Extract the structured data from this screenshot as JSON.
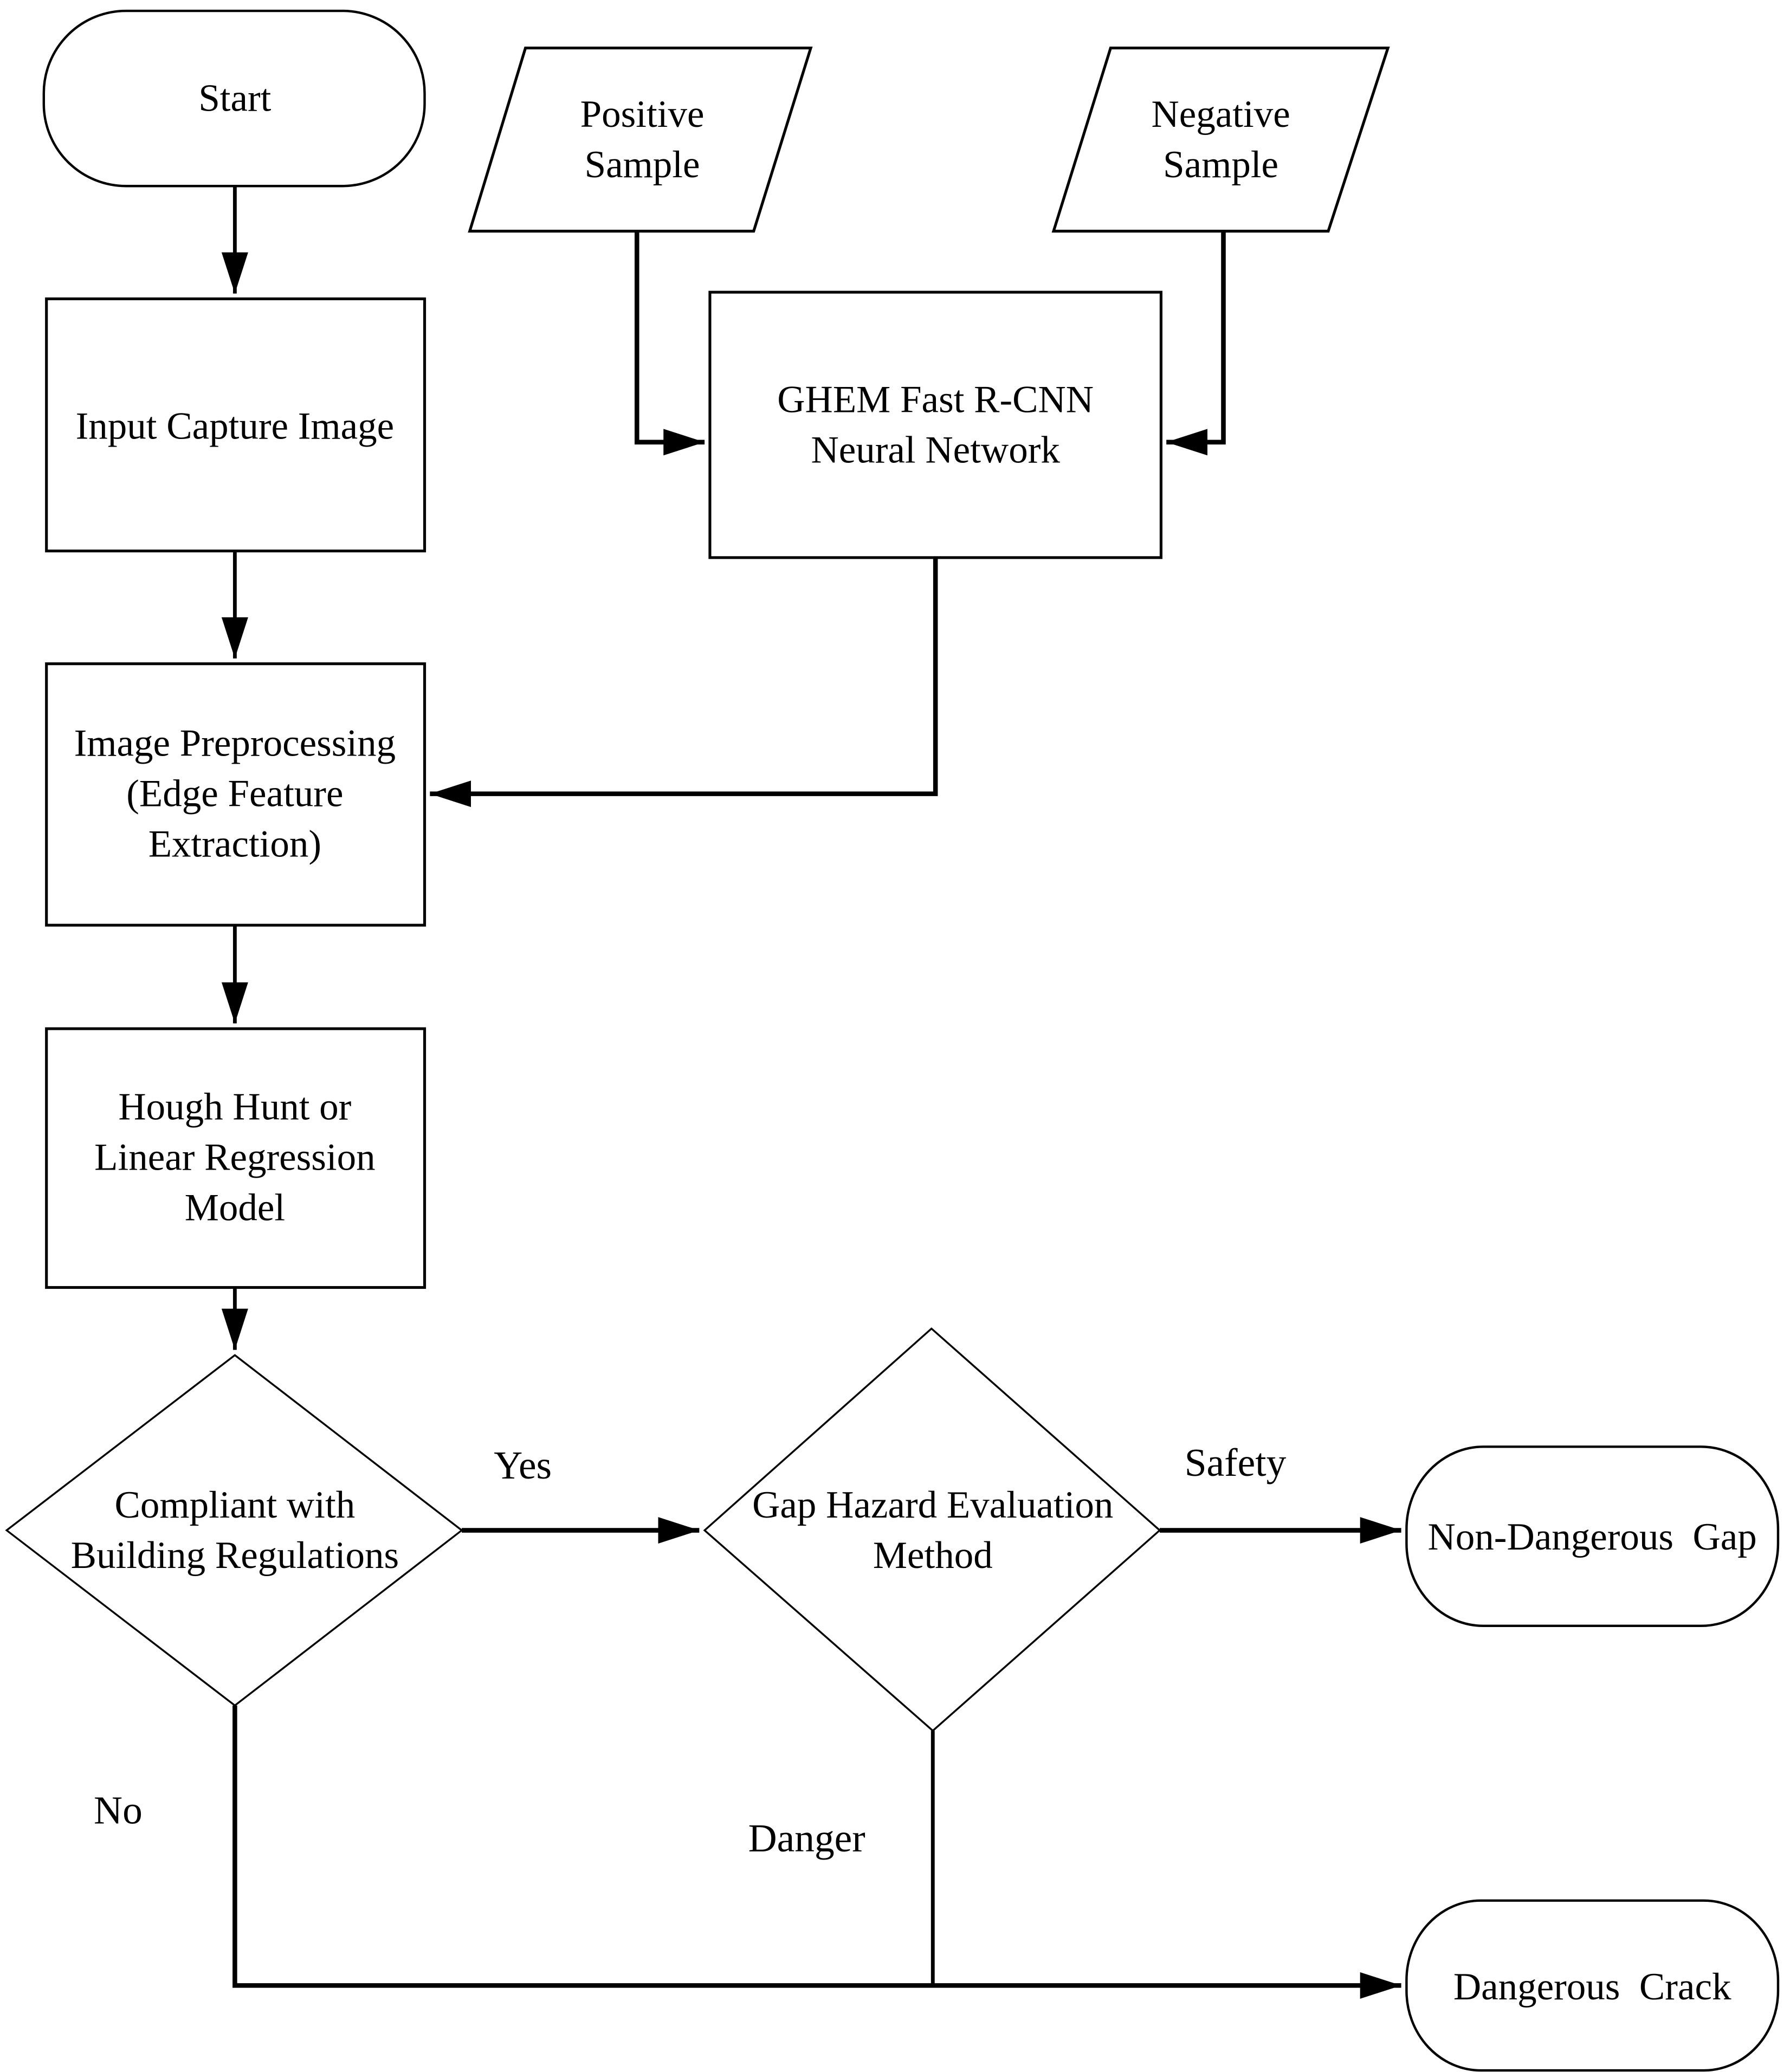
{
  "diagram": {
    "type": "flowchart",
    "background_color": "#ffffff",
    "line_color": "#000000",
    "text_color": "#000000",
    "nodes": {
      "start": {
        "shape": "terminator",
        "label": "Start"
      },
      "positive_sample": {
        "shape": "parallelogram",
        "line1": "Positive",
        "line2": "Sample"
      },
      "negative_sample": {
        "shape": "parallelogram",
        "line1": "Negative",
        "line2": "Sample"
      },
      "input_capture_image": {
        "shape": "process",
        "label": "Input Capture Image"
      },
      "ghem_fast_rcnn": {
        "shape": "process",
        "line1": "GHEM Fast R-CNN",
        "line2": "Neural Network"
      },
      "image_preprocessing": {
        "shape": "process",
        "line1": "Image Preprocessing",
        "line2": "(Edge Feature",
        "line3": "Extraction)"
      },
      "hough_hunt": {
        "shape": "process",
        "line1": "Hough Hunt or",
        "line2": "Linear Regression",
        "line3": "Model"
      },
      "compliant_decision": {
        "shape": "decision",
        "line1": "Compliant with",
        "line2": "Building Regulations"
      },
      "gap_hazard_decision": {
        "shape": "decision",
        "line1": "Gap Hazard Evaluation",
        "line2": "Method"
      },
      "non_dangerous_gap": {
        "shape": "terminator",
        "label": "Non-Dangerous  Gap"
      },
      "dangerous_crack": {
        "shape": "terminator",
        "label": "Dangerous  Crack"
      }
    },
    "edge_labels": {
      "yes": "Yes",
      "no": "No",
      "safety": "Safety",
      "danger": "Danger"
    }
  }
}
